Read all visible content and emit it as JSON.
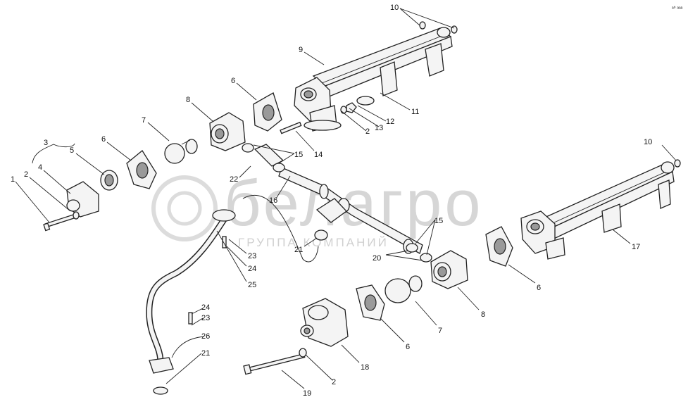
{
  "header": {
    "corner_mark": "ᵃ⁰ ᵃᵃᵃ"
  },
  "watermark": {
    "brand": "белагро",
    "tagline": "ГРУППА КОМПАНИЙ"
  },
  "callouts": {
    "c1": "1",
    "c2a": "2",
    "c2b": "2",
    "c2c": "2",
    "c3": "3",
    "c4": "4",
    "c5": "5",
    "c6a": "6",
    "c6b": "6",
    "c6c": "6",
    "c6d": "6",
    "c7a": "7",
    "c7b": "7",
    "c8a": "8",
    "c8b": "8",
    "c9": "9",
    "c10a": "10",
    "c10b": "10",
    "c11": "11",
    "c12": "12",
    "c13": "13",
    "c14": "14",
    "c15a": "15",
    "c15b": "15",
    "c16": "16",
    "c17": "17",
    "c18": "18",
    "c19": "19",
    "c20": "20",
    "c21a": "21",
    "c21b": "21",
    "c22": "22",
    "c23a": "23",
    "c23b": "23",
    "c24a": "24",
    "c24b": "24",
    "c25": "25",
    "c26": "26"
  }
}
